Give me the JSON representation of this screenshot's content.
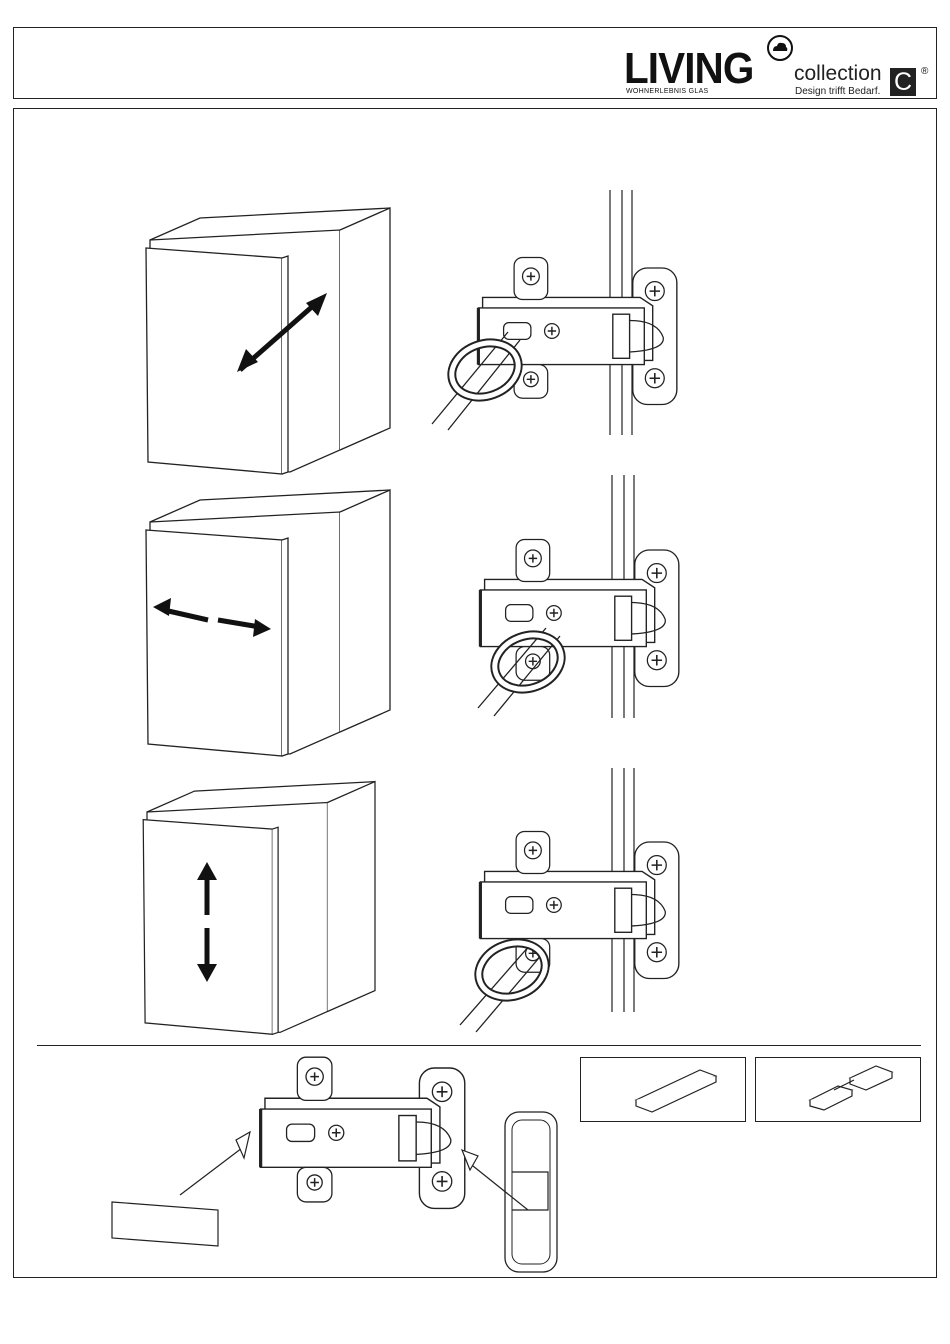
{
  "brand": {
    "name": "LIVING",
    "subline": "WOHNERLEBNIS GLAS",
    "collection": "collection",
    "collection_mark": "C",
    "registered": "®",
    "tagline": "Design trifft Bedarf."
  },
  "icons": {
    "brand_mark": "cloud-circle-icon",
    "adjust_depth": "double-arrow-diagonal-icon",
    "adjust_side": "double-arrow-horizontal-icon",
    "adjust_height": "double-arrow-vertical-icon",
    "screwdriver": "screwdriver-rotate-icon"
  },
  "steps": [
    {
      "id": "depth",
      "direction": "diagonal"
    },
    {
      "id": "side",
      "direction": "horizontal"
    },
    {
      "id": "height",
      "direction": "vertical"
    }
  ],
  "colors": {
    "line": "#222222",
    "arrow": "#111111",
    "background": "#ffffff"
  }
}
